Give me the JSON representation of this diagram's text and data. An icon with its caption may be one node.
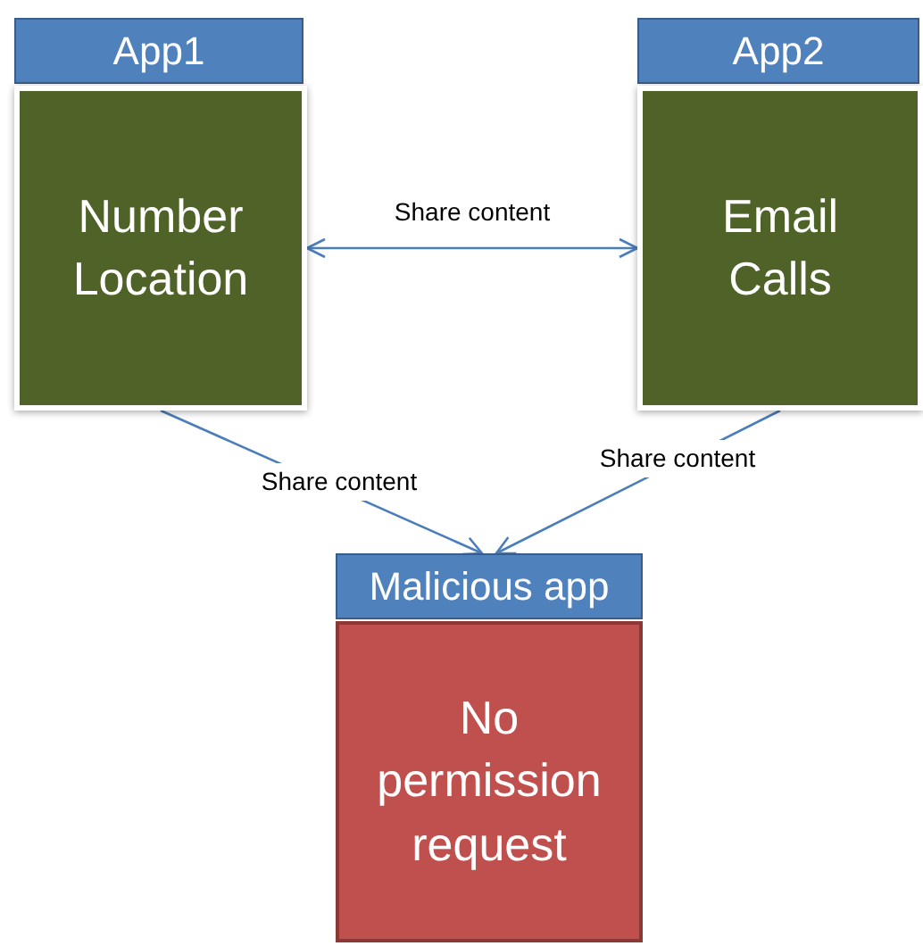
{
  "diagram": {
    "nodes": [
      {
        "text": [
          "App1"
        ]
      },
      {
        "text": [
          "Number Location"
        ]
      },
      {
        "text": [
          "App2"
        ]
      },
      {
        "text": [
          "Email Calls"
        ]
      },
      {
        "text": [
          "Malicious app"
        ]
      },
      {
        "text": [
          "No permission request"
        ]
      }
    ],
    "edges": [
      {
        "from": 1,
        "to": 3,
        "arrow": "both",
        "label": "Share content"
      },
      {
        "from": 1,
        "to": 4,
        "arrow": "to",
        "label": "Share content"
      },
      {
        "from": 3,
        "to": 4,
        "arrow": "to",
        "label": "Share content"
      }
    ]
  }
}
